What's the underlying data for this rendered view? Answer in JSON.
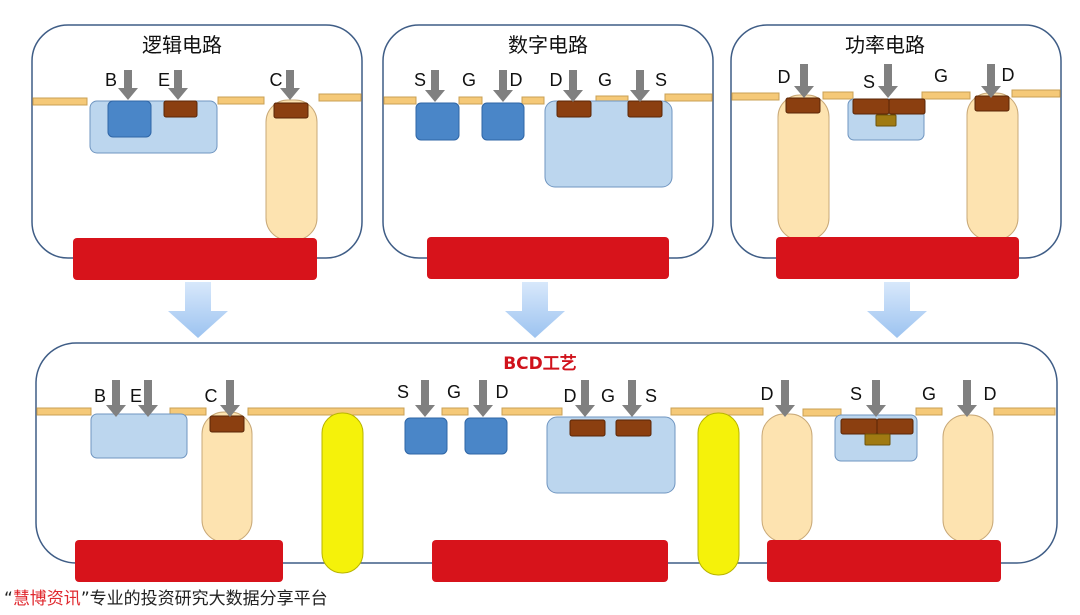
{
  "panels": {
    "logic": {
      "title": "逻辑电路",
      "labels": [
        "B",
        "E",
        "C"
      ]
    },
    "digital": {
      "title": "数字电路",
      "labels": [
        "S",
        "G",
        "D",
        "D",
        "G",
        "S"
      ]
    },
    "power": {
      "title": "功率电路",
      "labels": [
        "D",
        "S",
        "G",
        "D"
      ]
    }
  },
  "bcd": {
    "title": "BCD工艺",
    "labels": [
      "B",
      "E",
      "C",
      "S",
      "G",
      "D",
      "D",
      "G",
      "S",
      "D",
      "S",
      "G",
      "D"
    ]
  },
  "footer": {
    "open_quote": "“",
    "brand": "慧博资讯",
    "close_quote": "”",
    "tagline": "专业的投资研究大数据分享平台"
  },
  "colors": {
    "frame": "#3f5d86",
    "metal_strip": "#f5c978",
    "well_blue": "#bcd6ee",
    "contact_blue": "#4a86c8",
    "contact_brown": "#8b3f10",
    "sinker_tan": "#fde3b0",
    "buried_red": "#d7131b",
    "isolation_yellow": "#f5f20a",
    "probe_arrow": "#808080",
    "flow_arrow": "#a9cdf3"
  }
}
